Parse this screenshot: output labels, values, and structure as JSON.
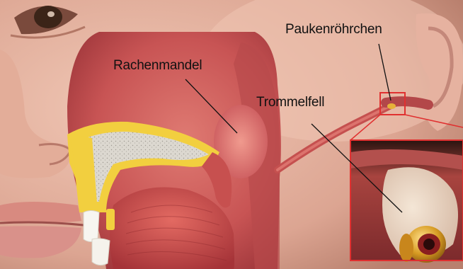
{
  "labels": {
    "adenoid": "Rachenmandel",
    "tympanostomy_tube": "Paukenröhrchen",
    "eardrum": "Trommelfell"
  },
  "colors": {
    "skin": "#e9b9a6",
    "skin_shadow": "#c98d79",
    "cavity": "#cf5a5a",
    "cavity_dark": "#a8373c",
    "bone_yellow": "#f2cf3f",
    "bone_gray": "#d9d6cf",
    "tongue": "#cc4b4b",
    "inset_border": "#e03030",
    "tube_gold": "#d7a025",
    "leader_line": "#111111"
  }
}
